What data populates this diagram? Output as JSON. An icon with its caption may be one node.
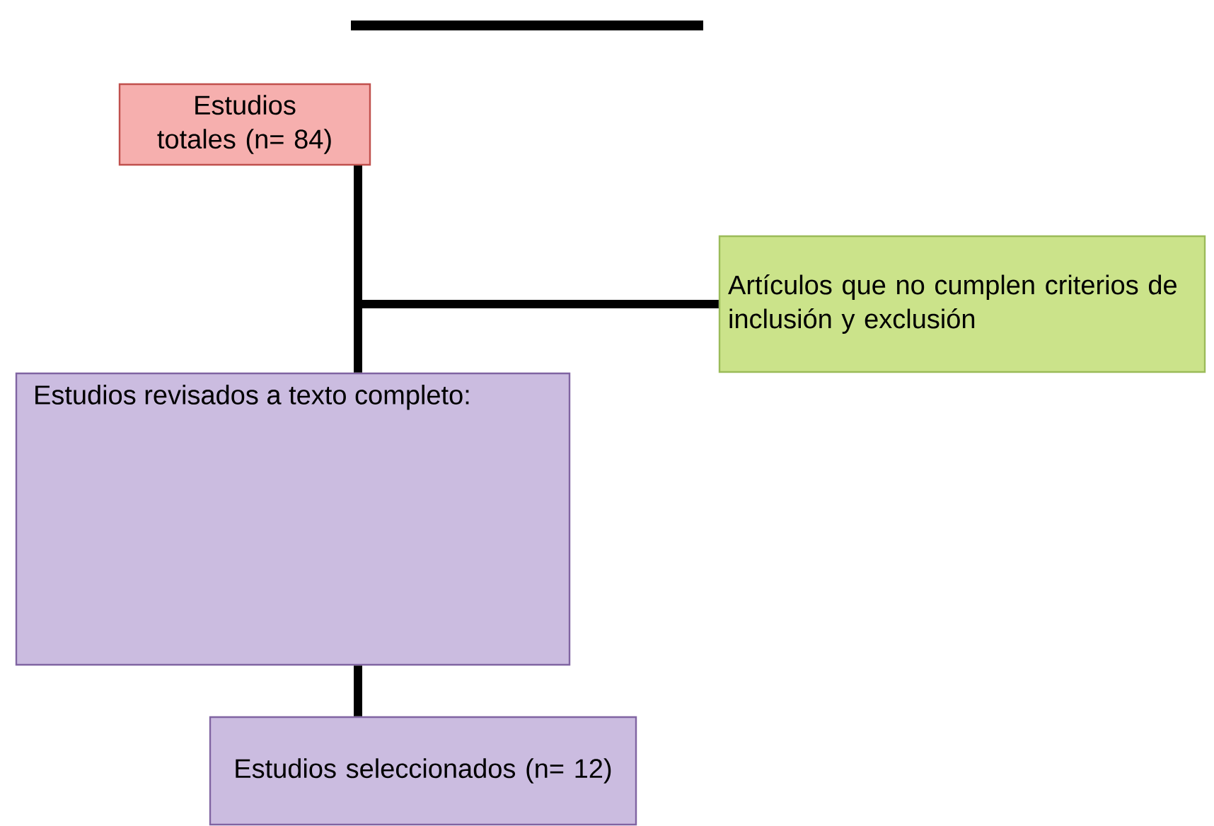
{
  "diagram": {
    "nodes": [
      {
        "text": [
          "Estudios totales (n= 84)"
        ]
      },
      {
        "text": [
          "Artículos que no cumplen criterios de inclusión y exclusión"
        ]
      },
      {
        "text": [
          "Estudios revisados a texto completo:"
        ]
      },
      {
        "text": [
          "Estudios seleccionados (n= 12)"
        ]
      }
    ],
    "edges": [
      {
        "from": 0,
        "to": 1,
        "arrow": "none"
      },
      {
        "from": 0,
        "to": 2,
        "arrow": "none"
      },
      {
        "from": 2,
        "to": 3,
        "arrow": "none"
      }
    ]
  }
}
